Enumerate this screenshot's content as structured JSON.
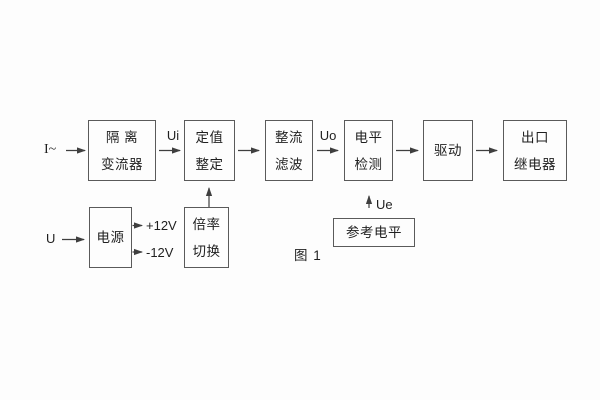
{
  "figure": {
    "caption": "图 1"
  },
  "signals": {
    "input_current": "I~",
    "input_voltage": "U",
    "ui": "Ui",
    "uo": "Uo",
    "ue": "Ue",
    "plus_12v": "+12V",
    "minus_12v": "-12V"
  },
  "blocks": [
    {
      "name": "isolation-transformer",
      "lines": [
        "隔 离",
        "变流器"
      ]
    },
    {
      "name": "setpoint-adjustment",
      "lines": [
        "定值",
        "整定"
      ]
    },
    {
      "name": "rectifier-filter",
      "lines": [
        "整流",
        "滤波"
      ]
    },
    {
      "name": "level-detection",
      "lines": [
        "电平",
        "检测"
      ]
    },
    {
      "name": "driver",
      "lines": [
        "驱动"
      ]
    },
    {
      "name": "output-relay",
      "lines": [
        "出口",
        "继电器"
      ]
    },
    {
      "name": "power-supply",
      "lines": [
        "电源"
      ]
    },
    {
      "name": "ratio-switching",
      "lines": [
        "倍率",
        "切换"
      ]
    },
    {
      "name": "reference-level",
      "lines": [
        "参考电平"
      ]
    }
  ],
  "colors": {
    "line": "#3f3f3f",
    "border": "#5a5a5a",
    "text": "#1f1f1f",
    "background": "#fdfdfd"
  }
}
